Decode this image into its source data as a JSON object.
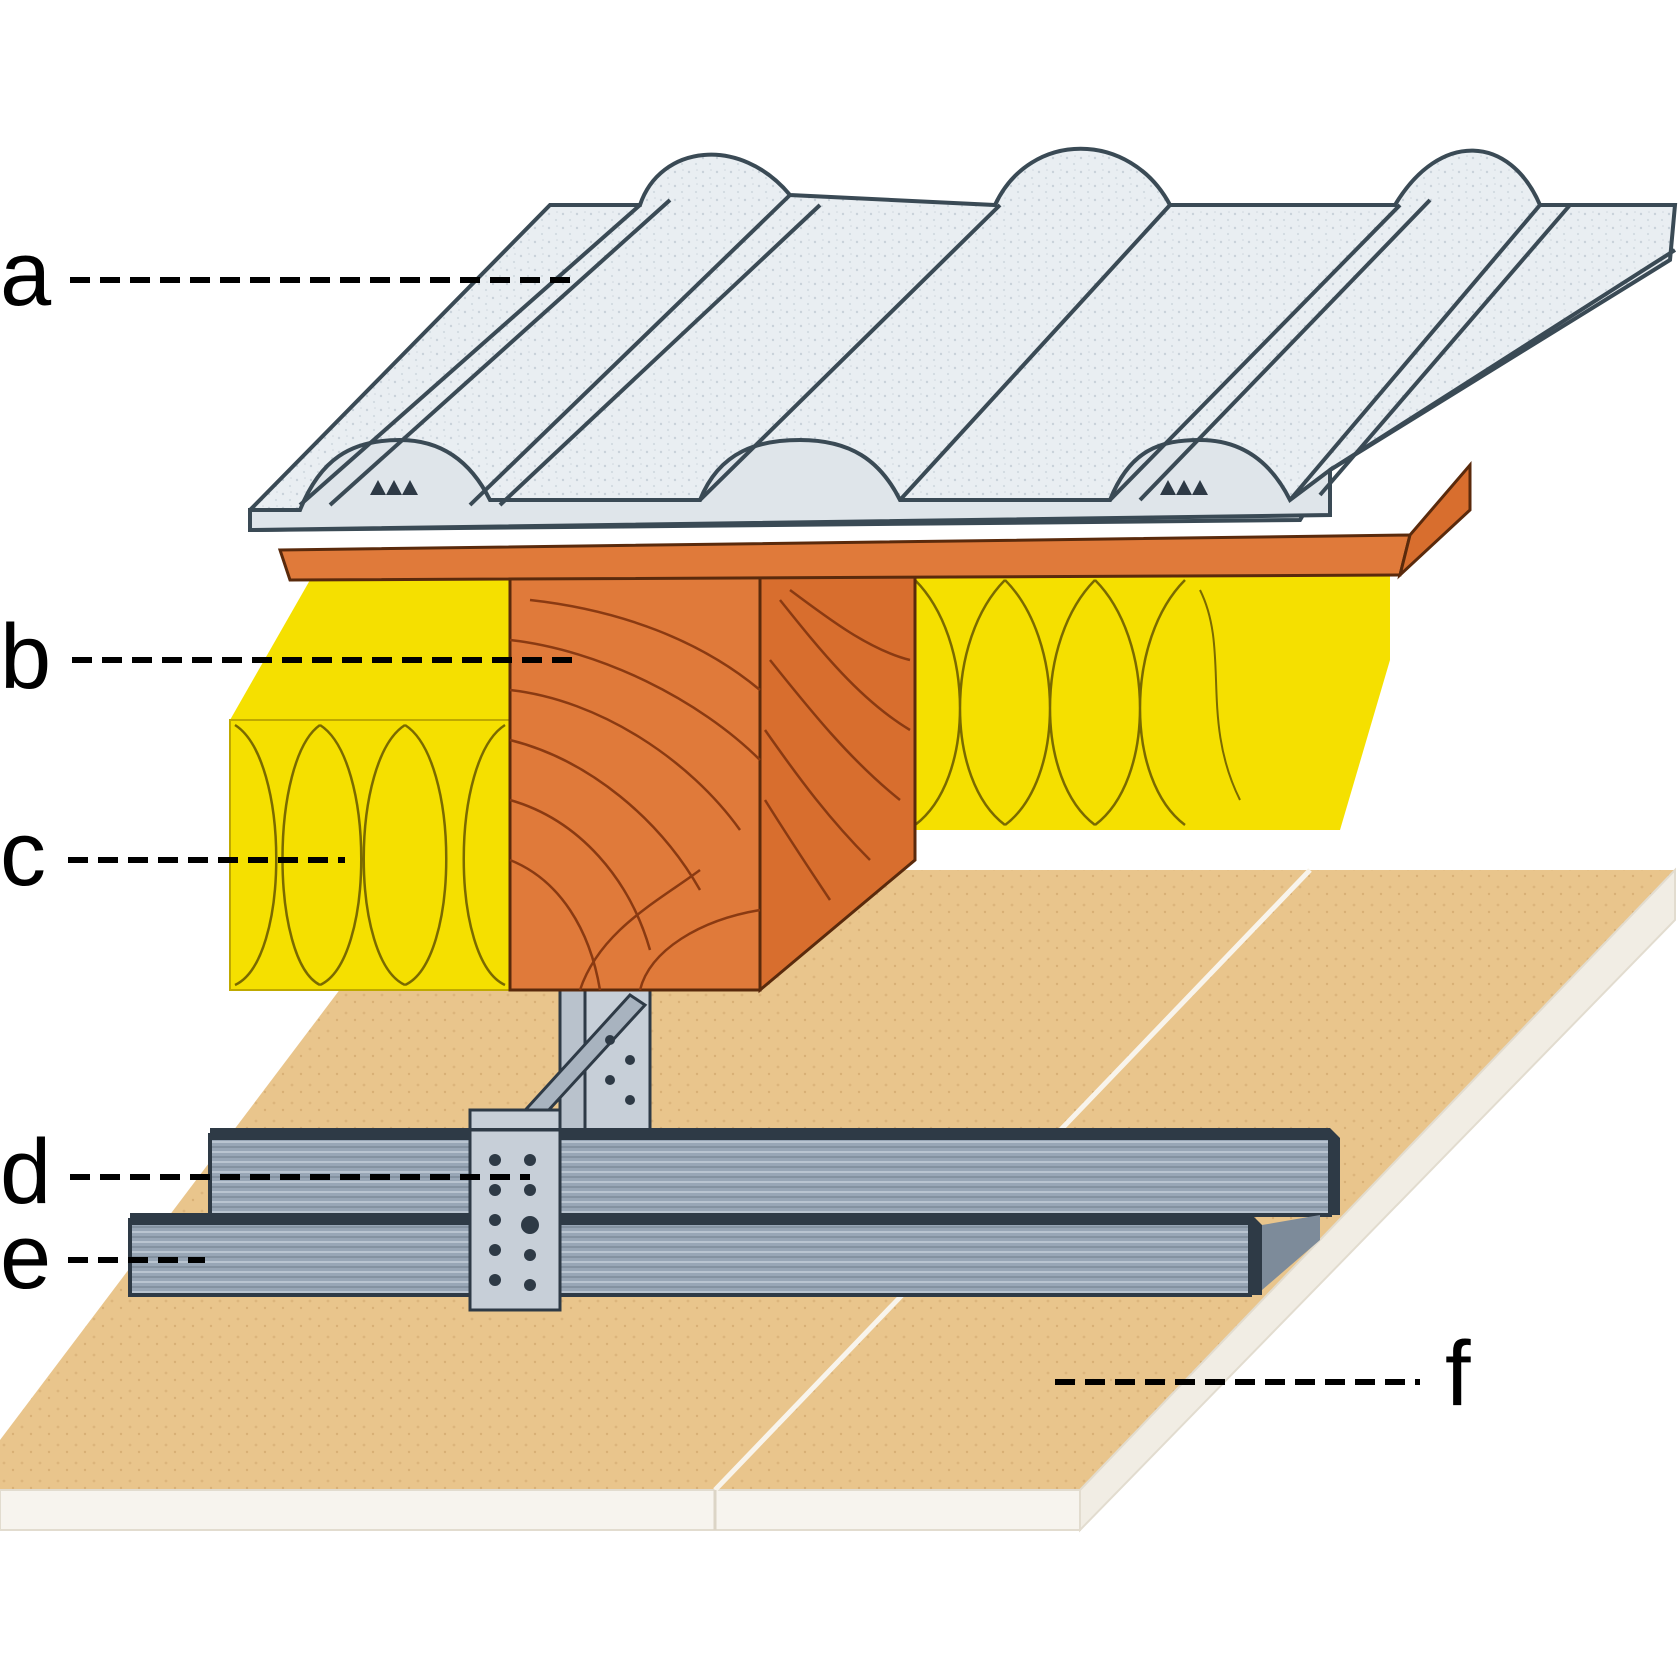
{
  "labels": {
    "a": "a",
    "b": "b",
    "c": "c",
    "d": "d",
    "e": "e",
    "f": "f"
  },
  "colors": {
    "roof_tile": "#e9eef2",
    "roof_tile_outline": "#3a4a55",
    "timber": "#e07a3a",
    "timber_grain": "#8a3a12",
    "insulation": "#f5e000",
    "insulation_line": "#7a6a00",
    "board": "#e9c58c",
    "board_edge": "#f7f4ee",
    "steel": "#98a6b6",
    "steel_dark": "#2e3a46",
    "leader": "#000000"
  }
}
